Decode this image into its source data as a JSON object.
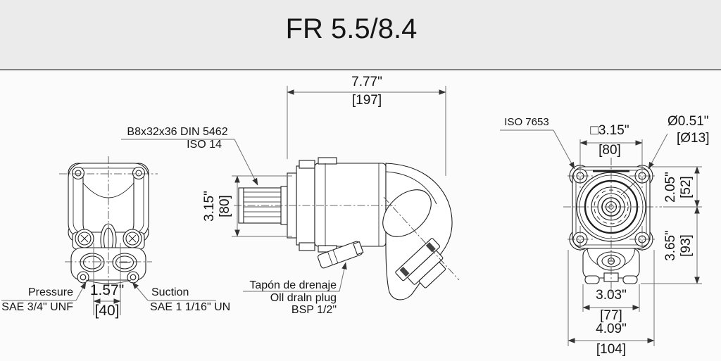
{
  "title": "FR 5.5/8.4",
  "side_view": {
    "length_in": "7.77\"",
    "length_mm": "[197]",
    "spline_label": "B8x32x36 DIN 5462",
    "spline_standard": "ISO 14",
    "pilot_dia_in": "3.15\"",
    "pilot_dia_mm": "[80]",
    "drain_es": "Tapón de drenaje",
    "drain_en": "Oll draln plug",
    "drain_thread": "BSP 1/2\""
  },
  "front_view": {
    "pressure_label": "Pressure",
    "pressure_port": "SAE 3/4\" UNF",
    "suction_label": "Suction",
    "suction_port": "SAE 1 1/16\" UN",
    "port_spacing_in": "1.57\"",
    "port_spacing_mm": "[40]"
  },
  "rear_view": {
    "mount_standard": "ISO 7653",
    "bolt_square_in": "□3.15\"",
    "bolt_square_mm": "[80]",
    "hole_dia_in": "Ø0.51\"",
    "hole_dia_mm": "[Ø13]",
    "upper_offset_in": "2.05\"",
    "upper_offset_mm": "[52]",
    "lower_offset_in": "3.65\"",
    "lower_offset_mm": "[93]",
    "body_width_in": "3.03\"",
    "body_width_mm": "[77]",
    "overall_width_in": "4.09\"",
    "overall_width_mm": "[104]"
  },
  "colors": {
    "header_bg": "#ebebeb",
    "page_bg": "#fbfbfb",
    "line": "#1f1f1f",
    "dimension": "#6f6f6f"
  }
}
